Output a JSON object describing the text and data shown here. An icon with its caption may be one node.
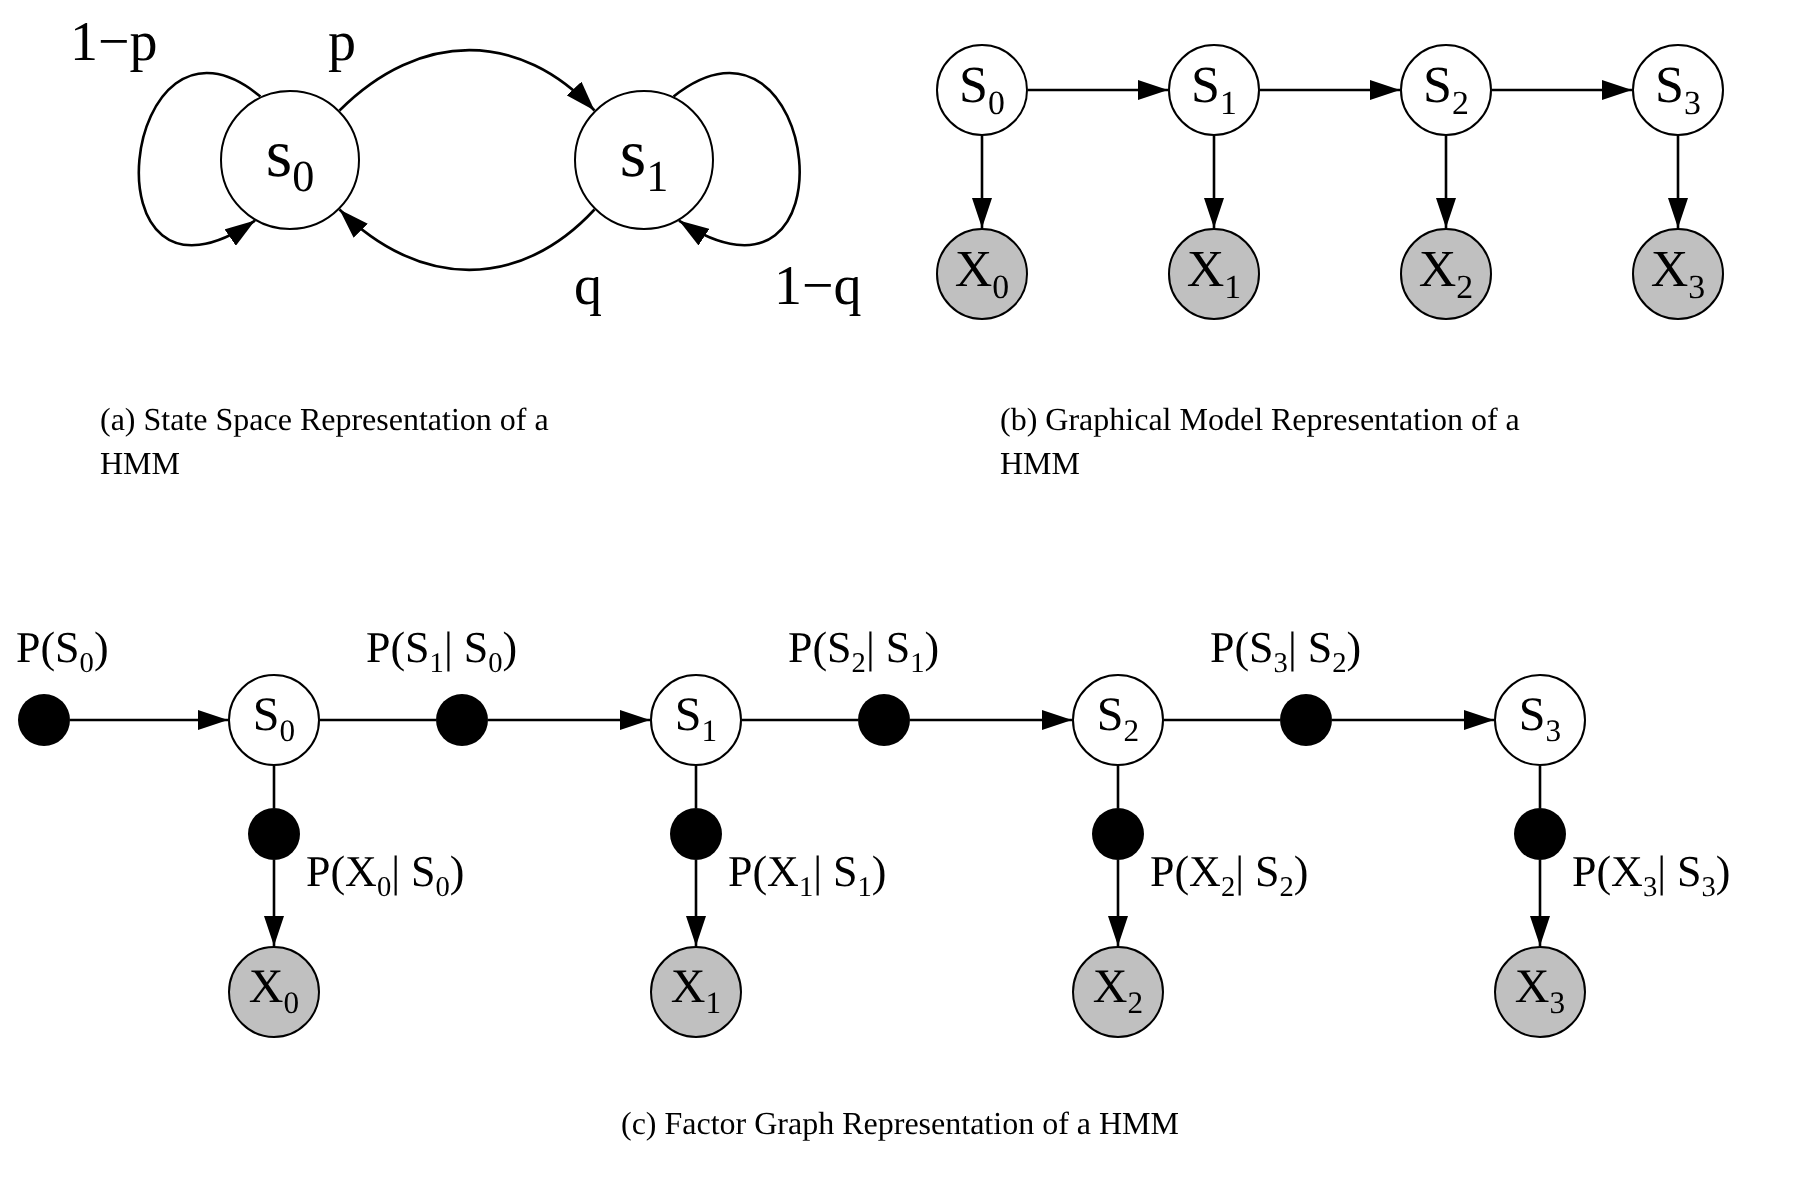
{
  "diagram": {
    "nodes": [
      {
        "text": [
          "s$_{0}$"
        ]
      },
      {
        "text": [
          "s$_{1}$"
        ]
      },
      {
        "text": [
          "S$_{0}$"
        ]
      },
      {
        "text": [
          "S$_{1}$"
        ]
      },
      {
        "text": [
          "S$_{2}$"
        ]
      },
      {
        "text": [
          "S$_{3}$"
        ]
      },
      {
        "text": [
          "X$_{0}$"
        ]
      },
      {
        "text": [
          "X$_{1}$"
        ]
      },
      {
        "text": [
          "X$_{2}$"
        ]
      },
      {
        "text": [
          "X$_{3}$"
        ]
      },
      {
        "text": [
          "S$_{0}$"
        ]
      },
      {
        "text": [
          "S$_{1}$"
        ]
      },
      {
        "text": [
          "S$_{2}$"
        ]
      },
      {
        "text": [
          "S$_{3}$"
        ]
      },
      {
        "text": [
          "X$_{0}$"
        ]
      },
      {
        "text": [
          "X$_{1}$"
        ]
      },
      {
        "text": [
          "X$_{2}$"
        ]
      },
      {
        "text": [
          "X$_{3}$"
        ]
      },
      {
        "text": [],
        "shape": "circle",
        "beside": [
          "P(S$_{0}$)"
        ]
      },
      {
        "text": [],
        "shape": "circle",
        "beside": [
          "P(S$_{1}$| S$_{0}$)"
        ]
      },
      {
        "text": [],
        "shape": "circle",
        "beside": [
          "P(S$_{2}$| S$_{1}$)"
        ]
      },
      {
        "text": [],
        "shape": "circle",
        "beside": [
          "P(S$_{3}$| S$_{2}$)"
        ]
      },
      {
        "text": [],
        "shape": "circle",
        "beside": [
          "P(X$_{0}$| S$_{0}$)"
        ]
      },
      {
        "text": [],
        "shape": "circle",
        "beside": [
          "P(X$_{1}$| S$_{1}$)"
        ]
      },
      {
        "text": [],
        "shape": "circle",
        "beside": [
          "P(X$_{2}$| S$_{2}$)"
        ]
      },
      {
        "text": [],
        "shape": "circle",
        "beside": [
          "P(X$_{3}$| S$_{3}$)"
        ]
      }
    ],
    "edges": [
      {
        "from": 0,
        "to": 0,
        "arrow": "to",
        "label": "1−p"
      },
      {
        "from": 0,
        "to": 1,
        "arrow": "to",
        "label": "p"
      },
      {
        "from": 1,
        "to": 0,
        "arrow": "to",
        "label": "q"
      },
      {
        "from": 1,
        "to": 1,
        "arrow": "to",
        "label": "1−q"
      },
      {
        "from": 2,
        "to": 3,
        "arrow": "to"
      },
      {
        "from": 3,
        "to": 4,
        "arrow": "to"
      },
      {
        "from": 4,
        "to": 5,
        "arrow": "to"
      },
      {
        "from": 2,
        "to": 6,
        "arrow": "to"
      },
      {
        "from": 3,
        "to": 7,
        "arrow": "to"
      },
      {
        "from": 4,
        "to": 8,
        "arrow": "to"
      },
      {
        "from": 5,
        "to": 9,
        "arrow": "to"
      },
      {
        "from": 18,
        "to": 10,
        "arrow": "to"
      },
      {
        "from": 10,
        "to": 19,
        "arrow": "none"
      },
      {
        "from": 19,
        "to": 11,
        "arrow": "to"
      },
      {
        "from": 11,
        "to": 20,
        "arrow": "none"
      },
      {
        "from": 20,
        "to": 12,
        "arrow": "to"
      },
      {
        "from": 12,
        "to": 21,
        "arrow": "none"
      },
      {
        "from": 21,
        "to": 13,
        "arrow": "to"
      },
      {
        "from": 10,
        "to": 22,
        "arrow": "none"
      },
      {
        "from": 22,
        "to": 14,
        "arrow": "to"
      },
      {
        "from": 11,
        "to": 23,
        "arrow": "none"
      },
      {
        "from": 23,
        "to": 15,
        "arrow": "to"
      },
      {
        "from": 12,
        "to": 24,
        "arrow": "none"
      },
      {
        "from": 24,
        "to": 16,
        "arrow": "to"
      },
      {
        "from": 13,
        "to": 25,
        "arrow": "none"
      },
      {
        "from": 25,
        "to": 17,
        "arrow": "to"
      }
    ],
    "labels": [
      "(a) State Space Representation of a HMM",
      "(b) Graphical Model Representation of a HMM",
      "(c) Factor Graph Representation of a HMM"
    ]
  }
}
